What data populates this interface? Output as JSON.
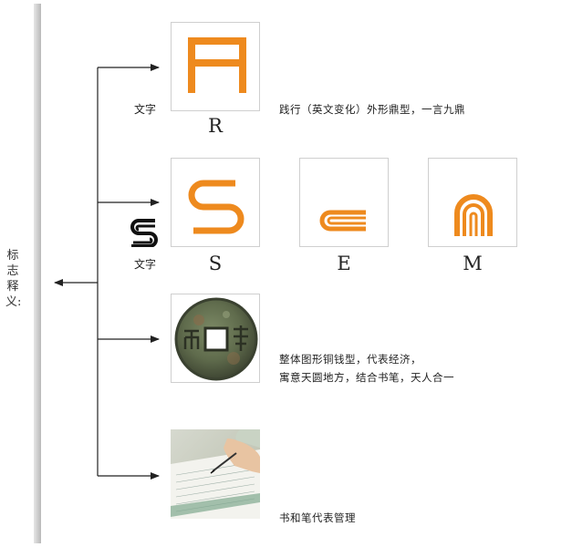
{
  "sidebar": {
    "title": "标志释义:"
  },
  "rows": [
    {
      "label": "文字",
      "letter": "R",
      "description": "践行（英文变化）外形鼎型，一言九鼎"
    },
    {
      "label": "文字",
      "letters": [
        "S",
        "E",
        "M"
      ]
    },
    {
      "description_lines": [
        "整体图形铜钱型，代表经济，",
        "寓意天圆地方，结合书笔，天人合一"
      ]
    },
    {
      "description": "书和笔代表管理"
    }
  ],
  "colors": {
    "accent": "#ee8a1e",
    "line": "#222222"
  },
  "icons": [
    "r-glyph-icon",
    "s-glyph-icon",
    "e-glyph-icon",
    "m-glyph-icon",
    "sem-logo-icon",
    "ancient-coin-icon",
    "book-pen-photo"
  ]
}
